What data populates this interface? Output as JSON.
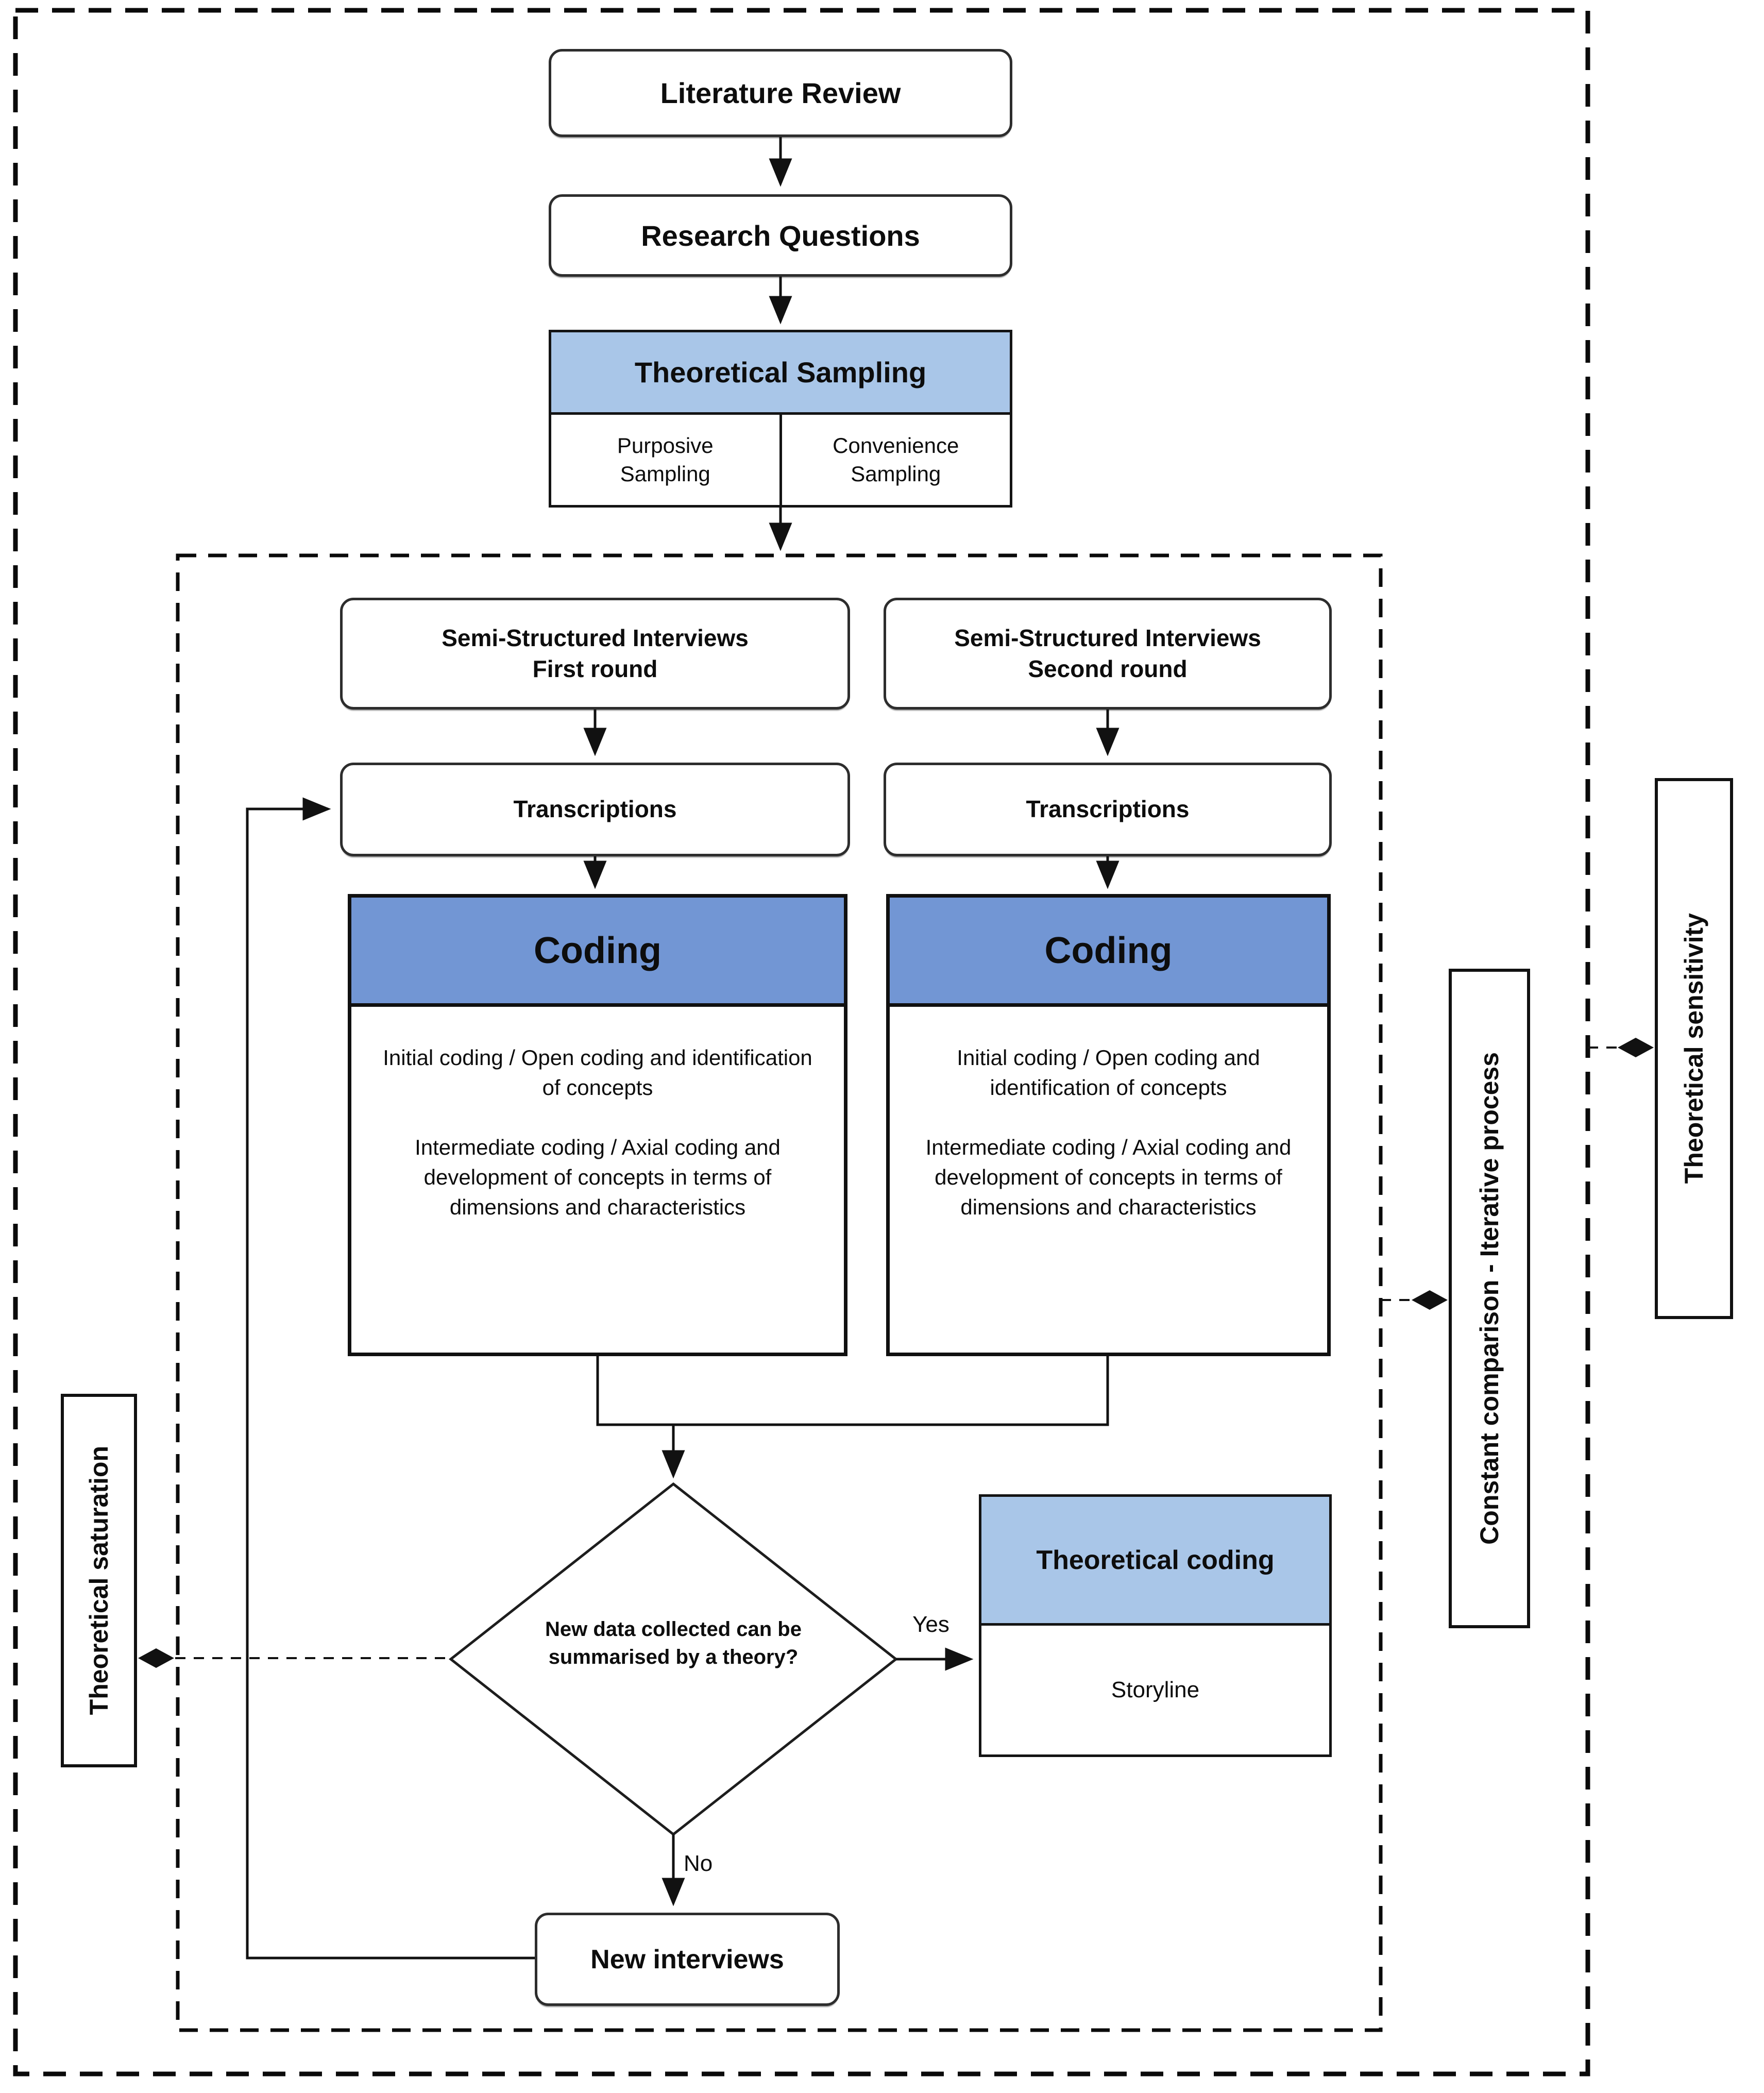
{
  "colors": {
    "header_light_blue": "#a9c6e8",
    "coding_blue": "#7296d4",
    "line_black": "#111111"
  },
  "top_flow": {
    "literature_review": "Literature Review",
    "research_questions": "Research Questions",
    "theoretical_sampling": "Theoretical Sampling",
    "purposive_sampling": "Purposive Sampling",
    "convenience_sampling": "Convenience Sampling"
  },
  "columns": [
    {
      "interviews_line1": "Semi-Structured Interviews",
      "interviews_line2": "First round",
      "transcriptions": "Transcriptions",
      "coding_title": "Coding",
      "coding_para1": "Initial coding / Open coding and identification of concepts",
      "coding_para2": "Intermediate coding / Axial coding and development of concepts in terms of dimensions and characteristics"
    },
    {
      "interviews_line1": "Semi-Structured Interviews",
      "interviews_line2": "Second round",
      "transcriptions": "Transcriptions",
      "coding_title": "Coding",
      "coding_para1": "Initial coding / Open coding and identification of concepts",
      "coding_para2": "Intermediate coding / Axial coding and development of concepts in terms of dimensions and characteristics"
    }
  ],
  "decision": {
    "question_line1": "New data collected can be",
    "question_line2": "summarised by a theory?",
    "yes_label": "Yes",
    "no_label": "No"
  },
  "theoretical_coding": {
    "title": "Theoretical coding",
    "body": "Storyline"
  },
  "new_interviews_label": "New interviews",
  "side_labels": {
    "theoretical_saturation": "Theoretical saturation",
    "constant_comparison": "Constant comparison - Iterative process",
    "theoretical_sensitivity": "Theoretical sensitivity"
  }
}
